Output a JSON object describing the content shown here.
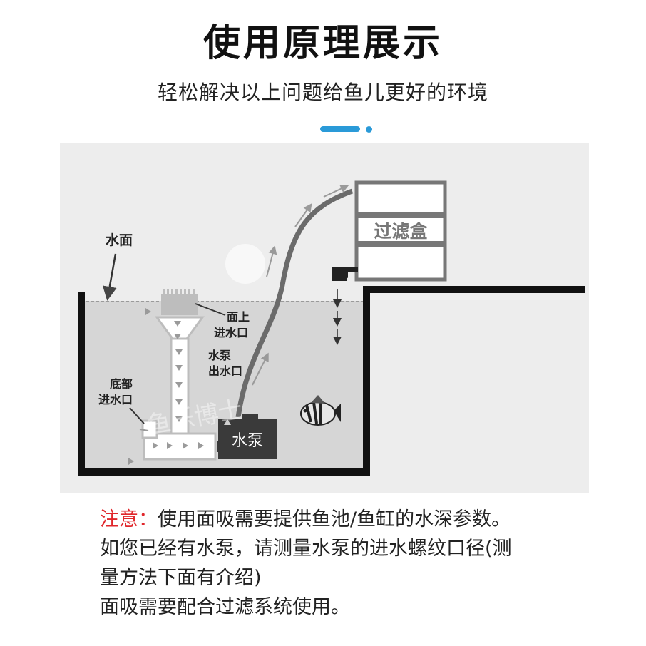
{
  "header": {
    "title": "使用原理展示",
    "subtitle": "轻松解决以上问题给鱼儿更好的环境"
  },
  "diagram": {
    "labels": {
      "water_surface": "水面",
      "filter_box": "过滤盒",
      "surface_inlet_line1": "面上",
      "surface_inlet_line2": "进水口",
      "pump_outlet_line1": "水泵",
      "pump_outlet_line2": "出水口",
      "bottom_inlet_line1": "底部",
      "bottom_inlet_line2": "进水口",
      "pump": "水泵"
    },
    "watermark": "鱼乐博士",
    "colors": {
      "background": "#ededed",
      "water": "#d9d9d9",
      "tank_wall": "#111111",
      "pump": "#3a3a3a",
      "pipe": "#555555",
      "accent": "#2a9ad8"
    }
  },
  "notes": {
    "warning_label": "注意：",
    "line1": "使用面吸需要提供鱼池/鱼缸的水深参数。",
    "line2": "如您已经有水泵，请测量水泵的进水螺纹口径(测",
    "line3": "量方法下面有介绍)",
    "line4": "面吸需要配合过滤系统使用。"
  }
}
